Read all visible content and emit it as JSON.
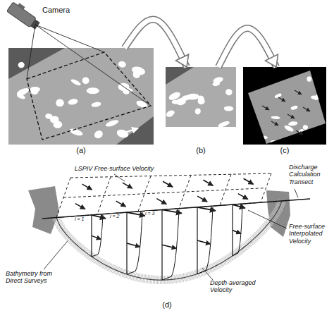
{
  "diagram": {
    "nodes": [
      {
        "text": [
          "(a)"
        ]
      },
      {
        "text": [
          "(b)"
        ]
      },
      {
        "text": [
          "(c)"
        ]
      },
      {
        "text": [
          "(d)"
        ]
      }
    ],
    "edges": [
      {
        "from": 0,
        "to": 1,
        "arrow": "to"
      },
      {
        "from": 1,
        "to": 2,
        "arrow": "to"
      }
    ],
    "labels": [
      "Camera",
      "LSPIV Free-surface Velocity",
      "Discharge Calculation Transect",
      "Free-surface Interpolated Velocity",
      "Bathymetry from Direct Surveys",
      "Depth-averaged Velocity",
      "i = 1",
      "i = 2",
      "i = 3"
    ]
  }
}
